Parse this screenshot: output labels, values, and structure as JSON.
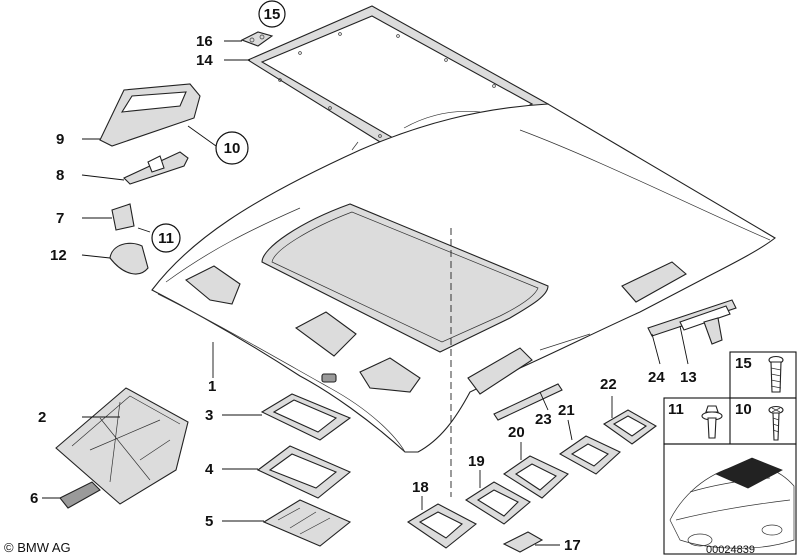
{
  "diagram": {
    "part_labels": {
      "p1": "1",
      "p2": "2",
      "p3": "3",
      "p4": "4",
      "p5": "5",
      "p6": "6",
      "p7": "7",
      "p8": "8",
      "p9": "9",
      "p10": "10",
      "p11": "11",
      "p12": "12",
      "p13": "13",
      "p14": "14",
      "p15": "15",
      "p16": "16",
      "p17": "17",
      "p18": "18",
      "p19": "19",
      "p20": "20",
      "p21": "21",
      "p22": "22",
      "p23": "23",
      "p24": "24"
    },
    "legend_labels": {
      "l15": "15",
      "l11": "11",
      "l10": "10"
    },
    "copyright": "© BMW AG",
    "diagram_number": "00024839"
  }
}
